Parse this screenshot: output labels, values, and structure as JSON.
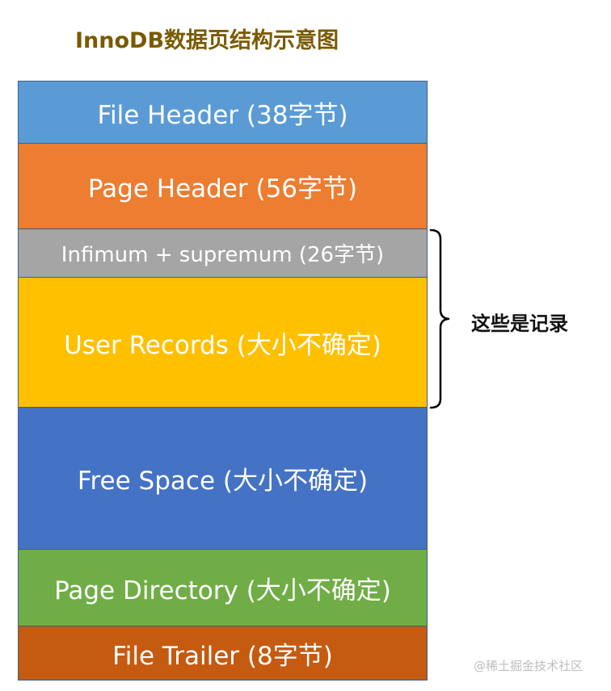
{
  "title": "InnoDB数据页结构示意图",
  "segments": [
    {
      "id": "file-header",
      "label": "File Header (38字节)",
      "color": "#5b9bd5"
    },
    {
      "id": "page-header",
      "label": "Page Header (56字节)",
      "color": "#ed7d31"
    },
    {
      "id": "infimum-supremum",
      "label": "Infimum + supremum (26字节)",
      "color": "#a5a5a5"
    },
    {
      "id": "user-records",
      "label": "User Records (大小不确定)",
      "color": "#ffc000"
    },
    {
      "id": "free-space",
      "label": "Free Space (大小不确定)",
      "color": "#4472c4"
    },
    {
      "id": "page-directory",
      "label": "Page Directory (大小不确定)",
      "color": "#70ad47"
    },
    {
      "id": "file-trailer",
      "label": "File Trailer (8字节)",
      "color": "#c55a11"
    }
  ],
  "brace": {
    "label": "这些是记录"
  },
  "watermark": "@稀土掘金技术社区"
}
